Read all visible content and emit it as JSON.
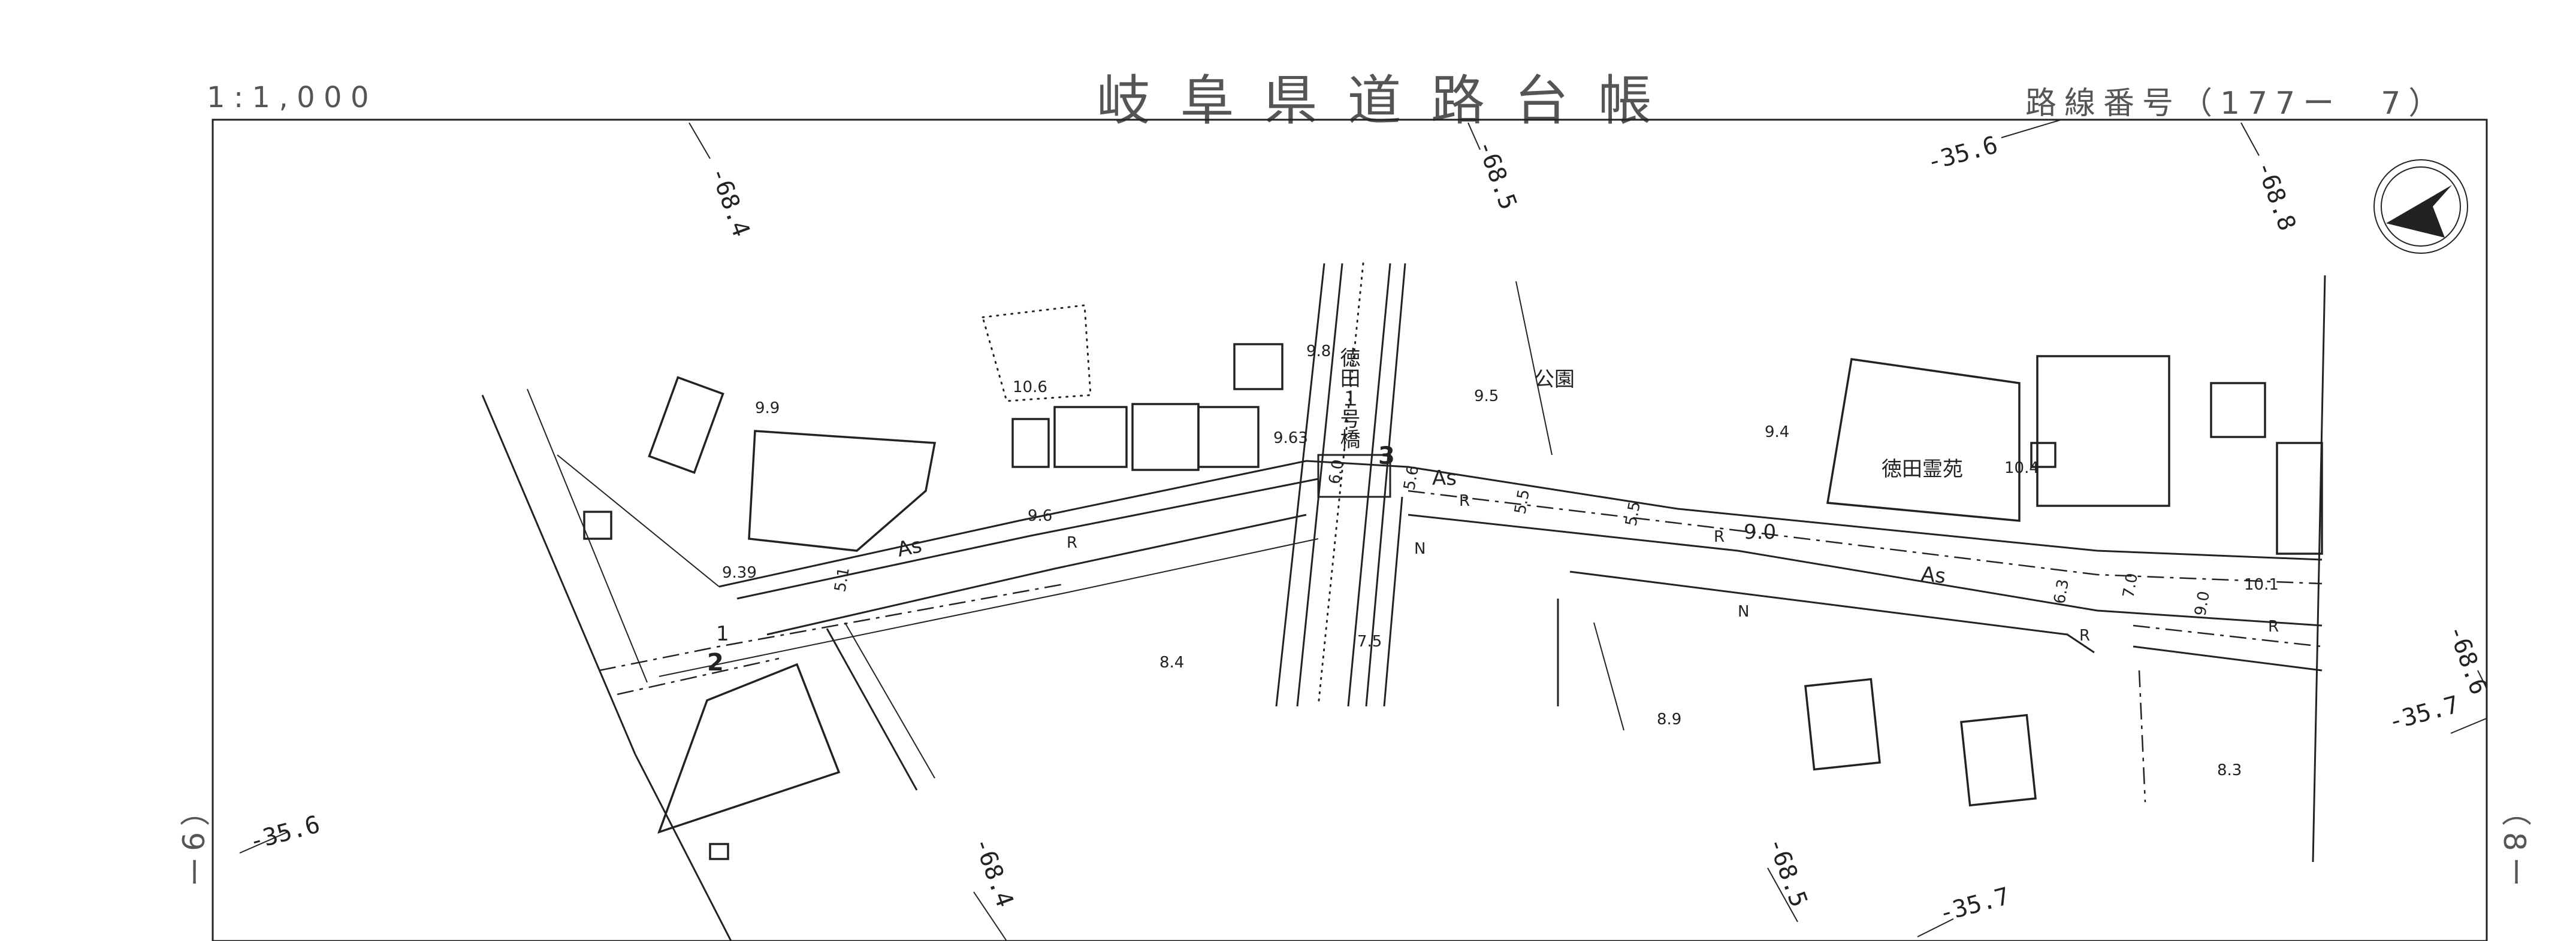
{
  "header": {
    "scale": "1:1,000",
    "title": "岐阜県道路台帳",
    "route_number": "路線番号（177ー　7）"
  },
  "sheet": {
    "prev_marker": "（9ー",
    "next_marker": "（8ー"
  },
  "grid_labels": {
    "top_1": "-68.4",
    "top_2": "-68.5",
    "top_3": "-35.6",
    "top_4": "-68.8",
    "left_1": "-35.6",
    "bottom_1": "-68.4",
    "bottom_2": "-68.5",
    "bottom_3": "-35.7",
    "right_1": "-68.6",
    "right_2": "-35.7"
  },
  "places": {
    "park": "公園",
    "cemetery": "徳田霊苑",
    "bridge": "徳田１号橋"
  },
  "elevations": {
    "e_9_9": "9.9",
    "e_10_6": "10.6",
    "e_9_8": "9.8",
    "e_9_5": "9.5",
    "e_9_4": "9.4",
    "e_10_4": "10.4",
    "e_9_63": "9.63",
    "e_9_6": "9.6",
    "e_9_39": "9.39",
    "e_8_4": "8.4",
    "e_8_9": "8.9",
    "e_10_1": "10.1",
    "e_8_3": "8.3",
    "e_9_0": "9.0"
  },
  "road": {
    "as_1": "As",
    "as_2": "As",
    "as_3": "As",
    "r_1": "R",
    "r_2": "R",
    "r_3": "R",
    "r_4": "R",
    "r_5": "R",
    "n_1": "N",
    "n_2": "N",
    "width_5_5a": "5.5",
    "width_5_5b": "5.5",
    "width_6_0": "6.0",
    "width_5_6": "5.6",
    "width_7_0": "7.0",
    "width_9_0": "9.0",
    "width_6_3": "6.3",
    "width_5_1": "5.1",
    "width_7_5": "7.5",
    "point_3": "3",
    "point_2": "2",
    "point_1": "1"
  },
  "icons": {
    "north_arrow": "north-arrow-icon"
  }
}
